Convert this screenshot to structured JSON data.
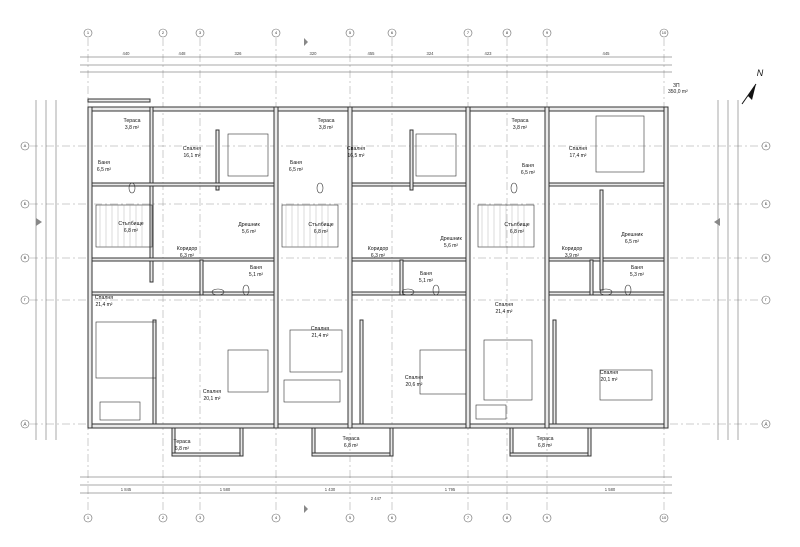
{
  "north": "N",
  "total_area": {
    "code": "ЗП",
    "value": "350,0 m²"
  },
  "grid_top": [
    "1",
    "2",
    "3",
    "4",
    "5",
    "6",
    "7",
    "8",
    "9",
    "10"
  ],
  "grid_side": [
    "А",
    "Б",
    "В",
    "Г",
    "Д"
  ],
  "dims_top": [
    "440",
    "448",
    "326",
    "320",
    "455",
    "324",
    "423",
    "445"
  ],
  "dims_bottom": [
    "2 447",
    "1 845",
    "1 580",
    "1 430",
    "1 795",
    "1 580"
  ],
  "rooms": [
    {
      "name": "Тераса",
      "area": "3,8 m²"
    },
    {
      "name": "Спалня",
      "area": "16,1 m²"
    },
    {
      "name": "Тераса",
      "area": "3,8 m²"
    },
    {
      "name": "Спалня",
      "area": "16,5 m²"
    },
    {
      "name": "Тераса",
      "area": "3,8 m²"
    },
    {
      "name": "Спалня",
      "area": "17,4 m²"
    },
    {
      "name": "Баня",
      "area": "6,5 m²"
    },
    {
      "name": "Баня",
      "area": "6,5 m²"
    },
    {
      "name": "Баня",
      "area": "6,5 m²"
    },
    {
      "name": "Стълбище",
      "area": "6,8 m²"
    },
    {
      "name": "Дрешник",
      "area": "5,6 m²"
    },
    {
      "name": "Стълбище",
      "area": "6,8 m²"
    },
    {
      "name": "Дрешник",
      "area": "5,6 m²"
    },
    {
      "name": "Стълбище",
      "area": "6,8 m²"
    },
    {
      "name": "Дрешник",
      "area": "6,5 m²"
    },
    {
      "name": "Коридор",
      "area": "6,3 m²"
    },
    {
      "name": "Коридор",
      "area": "6,3 m²"
    },
    {
      "name": "Коридор",
      "area": "3,9 m²"
    },
    {
      "name": "Баня",
      "area": "5,1 m²"
    },
    {
      "name": "Баня",
      "area": "5,1 m²"
    },
    {
      "name": "Баня",
      "area": "5,3 m²"
    },
    {
      "name": "Спалня",
      "area": "21,4 m²"
    },
    {
      "name": "Спалня",
      "area": "21,4 m²"
    },
    {
      "name": "Спалня",
      "area": "21,4 m²"
    },
    {
      "name": "Спалня",
      "area": "20,1 m²"
    },
    {
      "name": "Спалня",
      "area": "20,6 m²"
    },
    {
      "name": "Спалня",
      "area": "20,1 m²"
    },
    {
      "name": "Тераса",
      "area": "6,8 m²"
    },
    {
      "name": "Тераса",
      "area": "6,8 m²"
    },
    {
      "name": "Тераса",
      "area": "6,8 m²"
    }
  ]
}
